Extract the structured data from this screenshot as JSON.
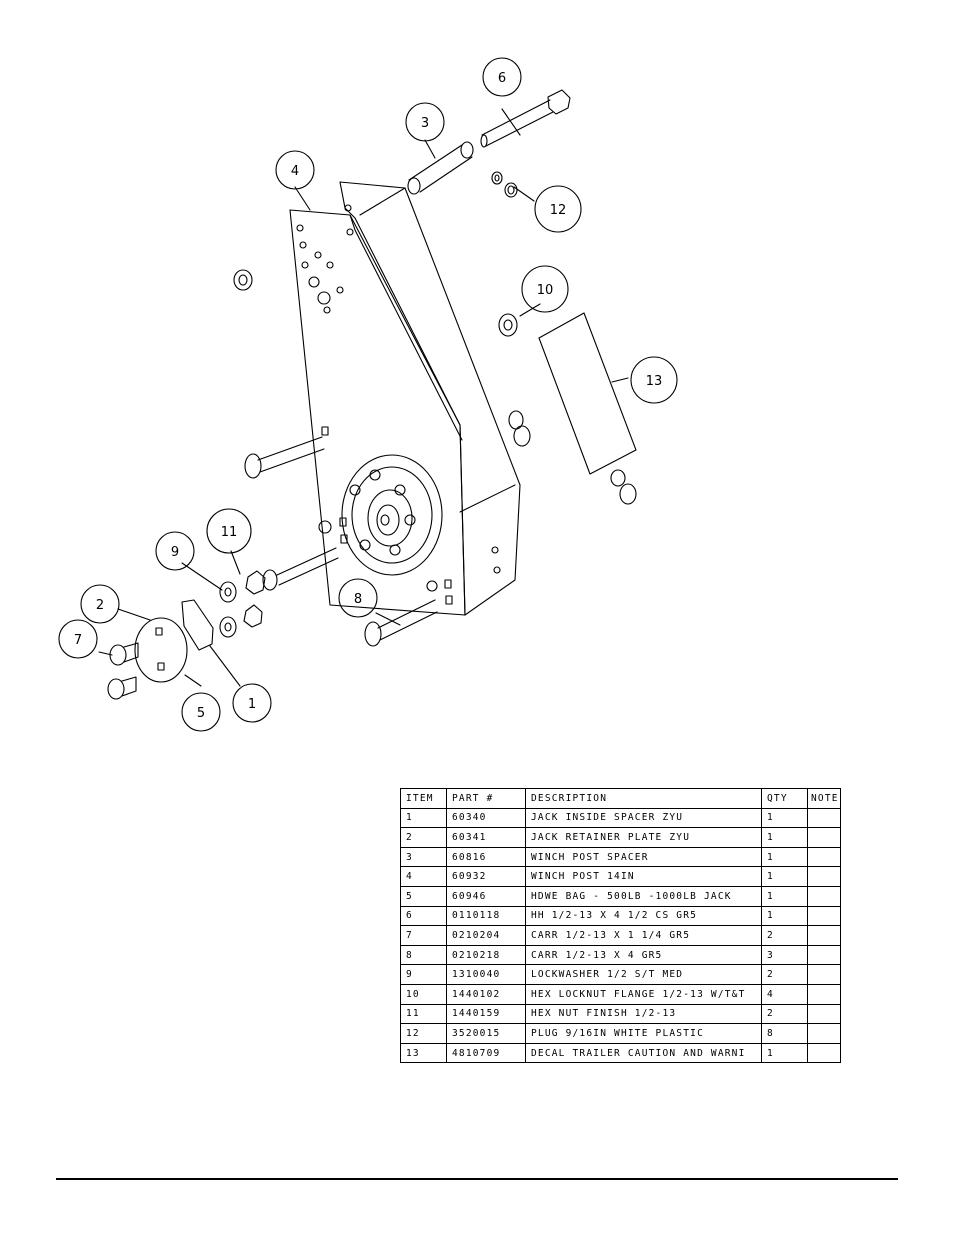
{
  "callouts": [
    "1",
    "2",
    "3",
    "4",
    "5",
    "6",
    "7",
    "8",
    "9",
    "10",
    "11",
    "12",
    "13"
  ],
  "bom": {
    "headers": [
      "ITEM",
      "PART #",
      "DESCRIPTION",
      "QTY",
      "NOTE"
    ],
    "rows": [
      [
        "1",
        "60340",
        "JACK INSIDE SPACER ZYU",
        "1",
        ""
      ],
      [
        "2",
        "60341",
        "JACK RETAINER PLATE ZYU",
        "1",
        ""
      ],
      [
        "3",
        "60816",
        "WINCH POST SPACER",
        "1",
        ""
      ],
      [
        "4",
        "60932",
        "WINCH POST   14IN",
        "1",
        ""
      ],
      [
        "5",
        "60946",
        "HDWE BAG - 500LB -1000LB JACK",
        "1",
        ""
      ],
      [
        "6",
        "0110118",
        "HH 1/2-13 X 4 1/2 CS GR5",
        "1",
        ""
      ],
      [
        "7",
        "0210204",
        "CARR 1/2-13 X 1 1/4 GR5",
        "2",
        ""
      ],
      [
        "8",
        "0210218",
        "CARR 1/2-13 X 4 GR5",
        "3",
        ""
      ],
      [
        "9",
        "1310040",
        "LOCKWASHER 1/2 S/T MED",
        "2",
        ""
      ],
      [
        "10",
        "1440102",
        "HEX LOCKNUT FLANGE 1/2-13 W/T&T",
        "4",
        ""
      ],
      [
        "11",
        "1440159",
        "HEX NUT FINISH 1/2-13",
        "2",
        ""
      ],
      [
        "12",
        "3520015",
        "PLUG   9/16IN WHITE PLASTIC",
        "8",
        ""
      ],
      [
        "13",
        "4810709",
        "DECAL TRAILER CAUTION AND WARNI",
        "1",
        ""
      ]
    ]
  }
}
